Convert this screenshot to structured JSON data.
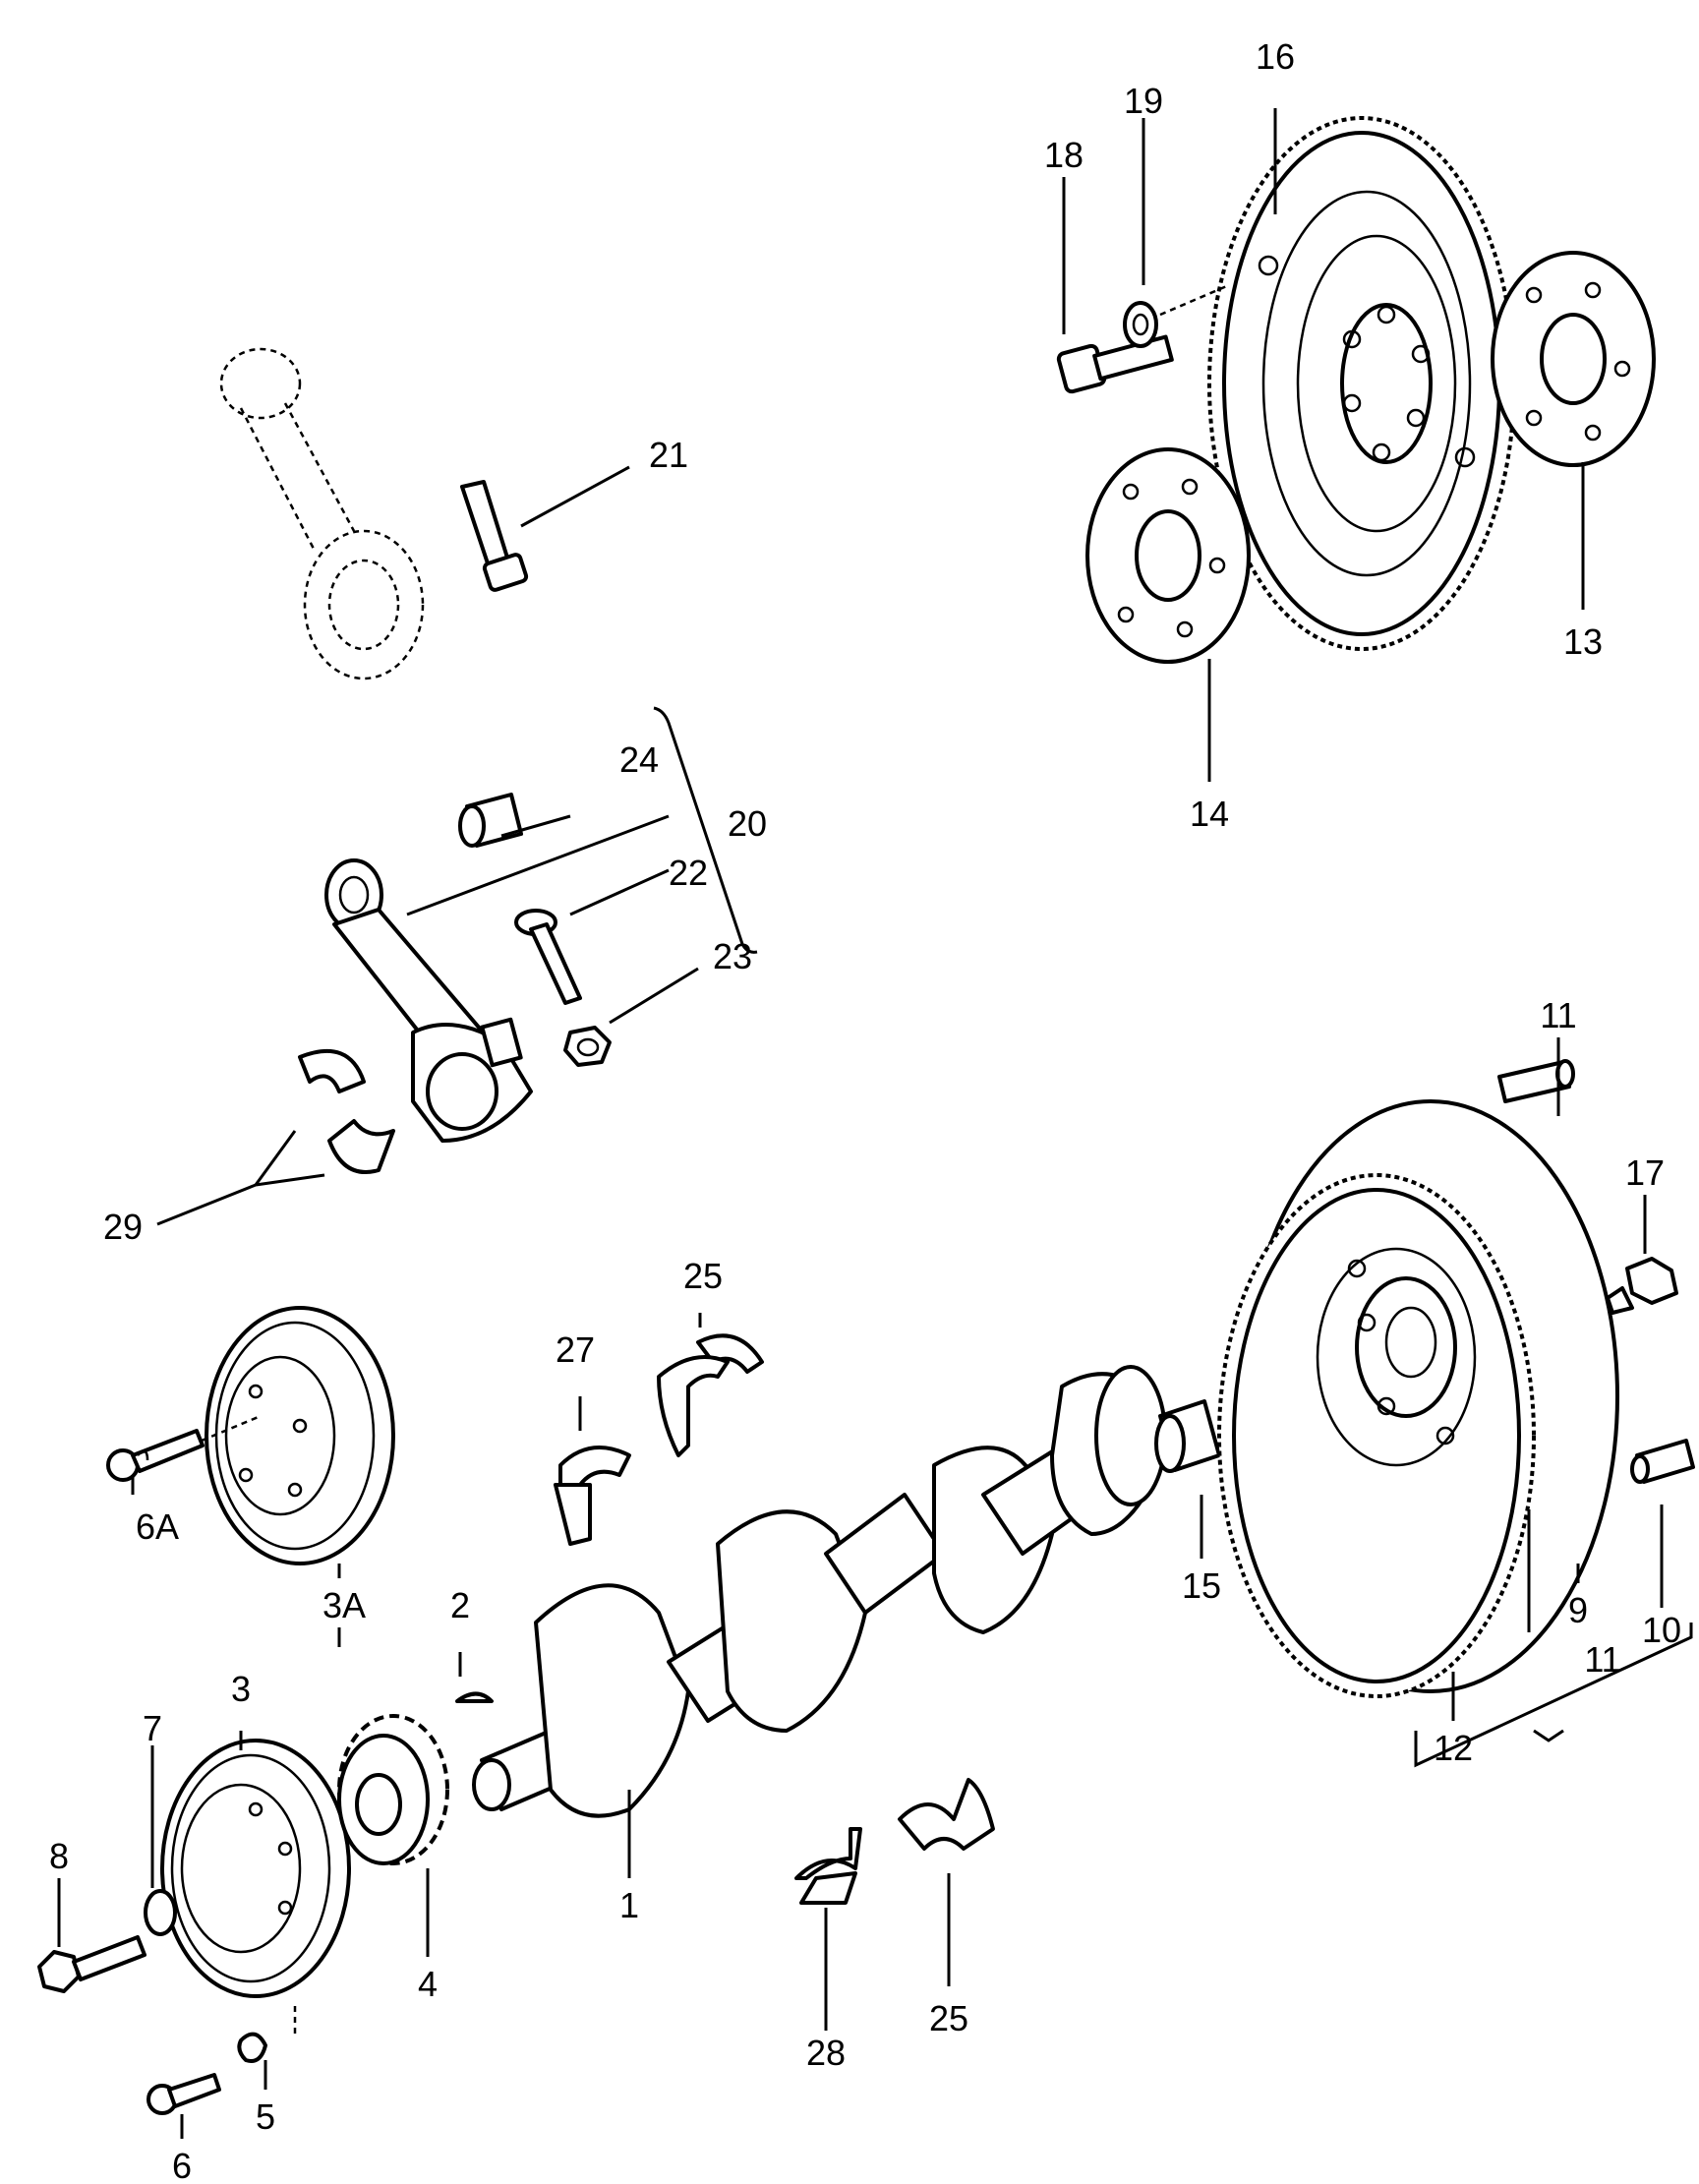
{
  "diagram": {
    "callouts": [
      {
        "id": "c1",
        "text": "1"
      },
      {
        "id": "c2",
        "text": "2"
      },
      {
        "id": "c3",
        "text": "3"
      },
      {
        "id": "c3A",
        "text": "3A"
      },
      {
        "id": "c4",
        "text": "4"
      },
      {
        "id": "c5",
        "text": "5"
      },
      {
        "id": "c6",
        "text": "6"
      },
      {
        "id": "c6A",
        "text": "6A"
      },
      {
        "id": "c7",
        "text": "7"
      },
      {
        "id": "c8",
        "text": "8"
      },
      {
        "id": "c9",
        "text": "9"
      },
      {
        "id": "c10",
        "text": "10"
      },
      {
        "id": "c11a",
        "text": "11"
      },
      {
        "id": "c11b",
        "text": "11"
      },
      {
        "id": "c12",
        "text": "12"
      },
      {
        "id": "c13",
        "text": "13"
      },
      {
        "id": "c14",
        "text": "14"
      },
      {
        "id": "c15",
        "text": "15"
      },
      {
        "id": "c16",
        "text": "16"
      },
      {
        "id": "c17",
        "text": "17"
      },
      {
        "id": "c18",
        "text": "18"
      },
      {
        "id": "c19",
        "text": "19"
      },
      {
        "id": "c20",
        "text": "20"
      },
      {
        "id": "c21",
        "text": "21"
      },
      {
        "id": "c22",
        "text": "22"
      },
      {
        "id": "c23",
        "text": "23"
      },
      {
        "id": "c24",
        "text": "24"
      },
      {
        "id": "c25a",
        "text": "25"
      },
      {
        "id": "c25b",
        "text": "25"
      },
      {
        "id": "c27",
        "text": "27"
      },
      {
        "id": "c28",
        "text": "28"
      },
      {
        "id": "c29",
        "text": "29"
      }
    ]
  }
}
